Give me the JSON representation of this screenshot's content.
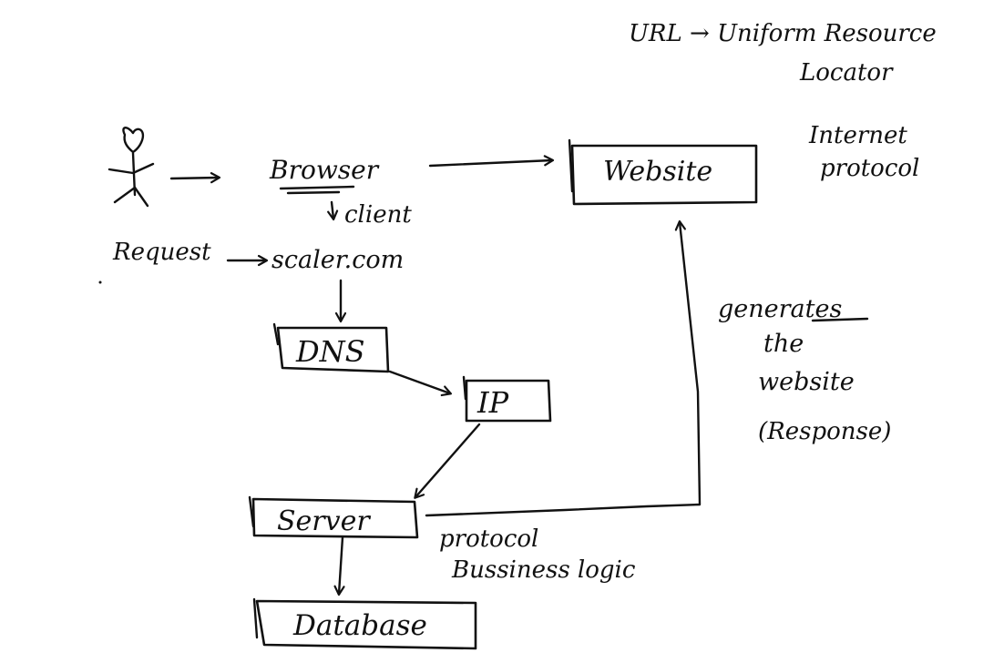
{
  "diagram": {
    "url_note": {
      "line1": "URL → Uniform Resource",
      "line2": "Locator"
    },
    "internet_note": {
      "line1": "Internet",
      "line2": "protocol"
    },
    "browser_label": "Browser",
    "client_label": "client",
    "request_label": "Request",
    "scaler_label": "scaler.com",
    "nodes": {
      "website": "Website",
      "dns": "DNS",
      "ip": "IP",
      "server": "Server",
      "database": "Database"
    },
    "response_note": {
      "line1": "generates",
      "line2": "the",
      "line3": "website",
      "line4": "(Response)"
    },
    "server_note": {
      "line1": "protocol",
      "line2": "Bussiness logic"
    }
  }
}
